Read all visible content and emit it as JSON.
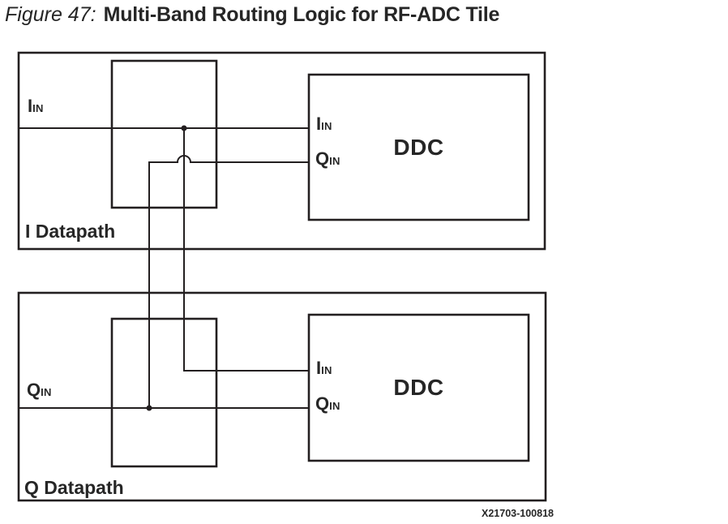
{
  "colors": {
    "line": "#231f20",
    "text": "#262626"
  },
  "title": {
    "prefix": "Figure 47:",
    "main": "Multi-Band Routing Logic for RF-ADC Tile"
  },
  "i_datapath": {
    "label": "I Datapath",
    "input_port": {
      "main": "I",
      "sub": "IN"
    },
    "ddc": {
      "label": "DDC",
      "i_port": {
        "main": "I",
        "sub": "IN"
      },
      "q_port": {
        "main": "Q",
        "sub": "IN"
      }
    }
  },
  "q_datapath": {
    "label": "Q Datapath",
    "input_port": {
      "main": "Q",
      "sub": "IN"
    },
    "ddc": {
      "label": "DDC",
      "i_port": {
        "main": "I",
        "sub": "IN"
      },
      "q_port": {
        "main": "Q",
        "sub": "IN"
      }
    }
  },
  "figure_id": "X21703-100818"
}
